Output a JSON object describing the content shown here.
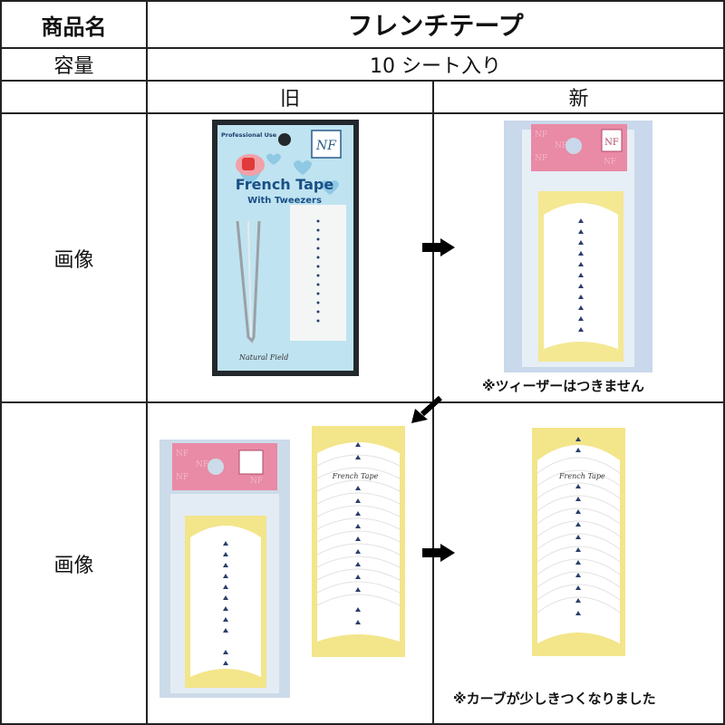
{
  "header": {
    "product_label": "商品名",
    "product_name": "フレンチテープ",
    "capacity_label": "容量",
    "capacity_value": "10 シート入り"
  },
  "columns": {
    "old": "旧",
    "new": "新"
  },
  "rows": [
    {
      "label": "画像",
      "old_package": {
        "top_text": "Professional Use",
        "title_1": "French Tape",
        "title_2": "With Tweezers",
        "brand": "Natural Field"
      },
      "new_package": {
        "logo_text": "NF"
      },
      "note": "※ツィーザーはつきません"
    },
    {
      "label": "画像",
      "old_tape_print": "French Tape",
      "new_tape_print": "French Tape",
      "note": "※カーブが少しきつくなりました"
    }
  ]
}
